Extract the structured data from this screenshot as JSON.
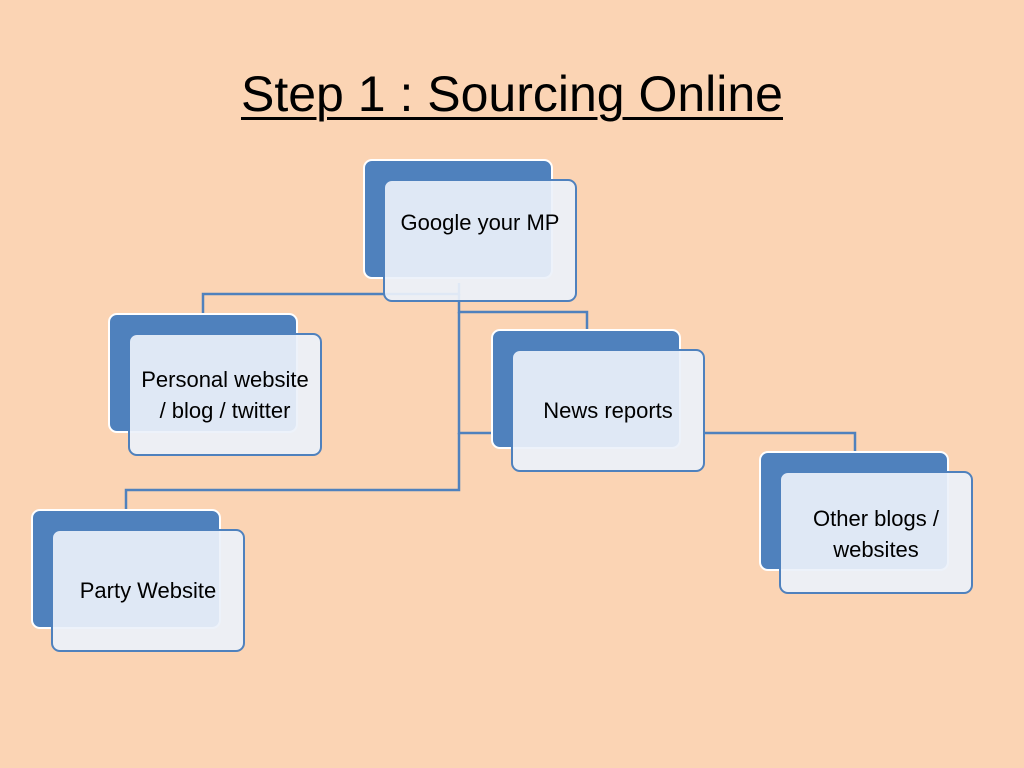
{
  "title": "Step 1 : Sourcing Online",
  "colors": {
    "background": "#FBD4B4",
    "box_fill": "#4F81BD",
    "box_front_fill": "#EBF1FA",
    "connector": "#4F81BD"
  },
  "nodes": {
    "root": {
      "label": "Google your MP"
    },
    "personal": {
      "label": "Personal website / blog / twitter"
    },
    "news": {
      "label": "News reports"
    },
    "party": {
      "label": "Party Website"
    },
    "other": {
      "label": "Other blogs / websites"
    }
  }
}
